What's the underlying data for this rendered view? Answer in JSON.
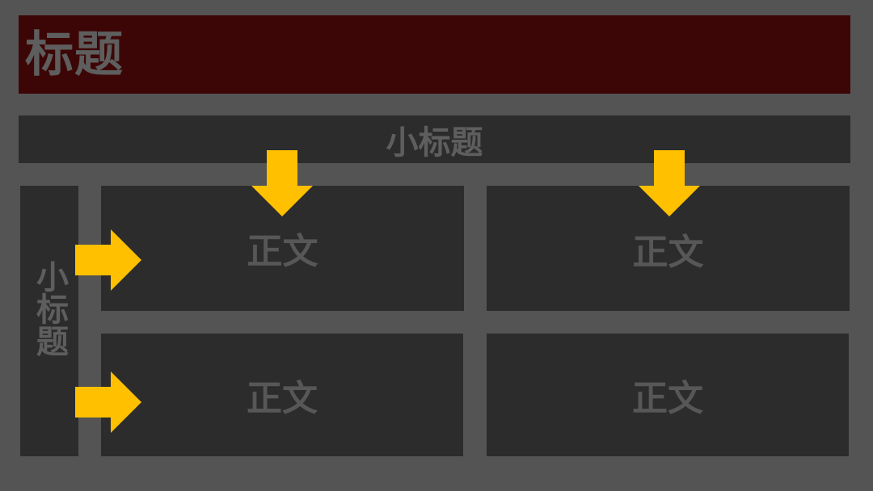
{
  "title": "标题",
  "subtitle_horizontal": "小标题",
  "subtitle_vertical": "小标题",
  "cells": [
    {
      "label": "正文"
    },
    {
      "label": "正文"
    },
    {
      "label": "正文"
    },
    {
      "label": "正文"
    }
  ],
  "colors": {
    "background": "#545454",
    "title_bar": "#3d0606",
    "panel": "#2c2c2c",
    "text_muted": "#5e5e5e",
    "arrow": "#ffc000"
  },
  "arrows": [
    {
      "direction": "down",
      "target": "cell-1"
    },
    {
      "direction": "down",
      "target": "cell-2"
    },
    {
      "direction": "right",
      "target": "cell-1"
    },
    {
      "direction": "right",
      "target": "cell-3"
    }
  ]
}
